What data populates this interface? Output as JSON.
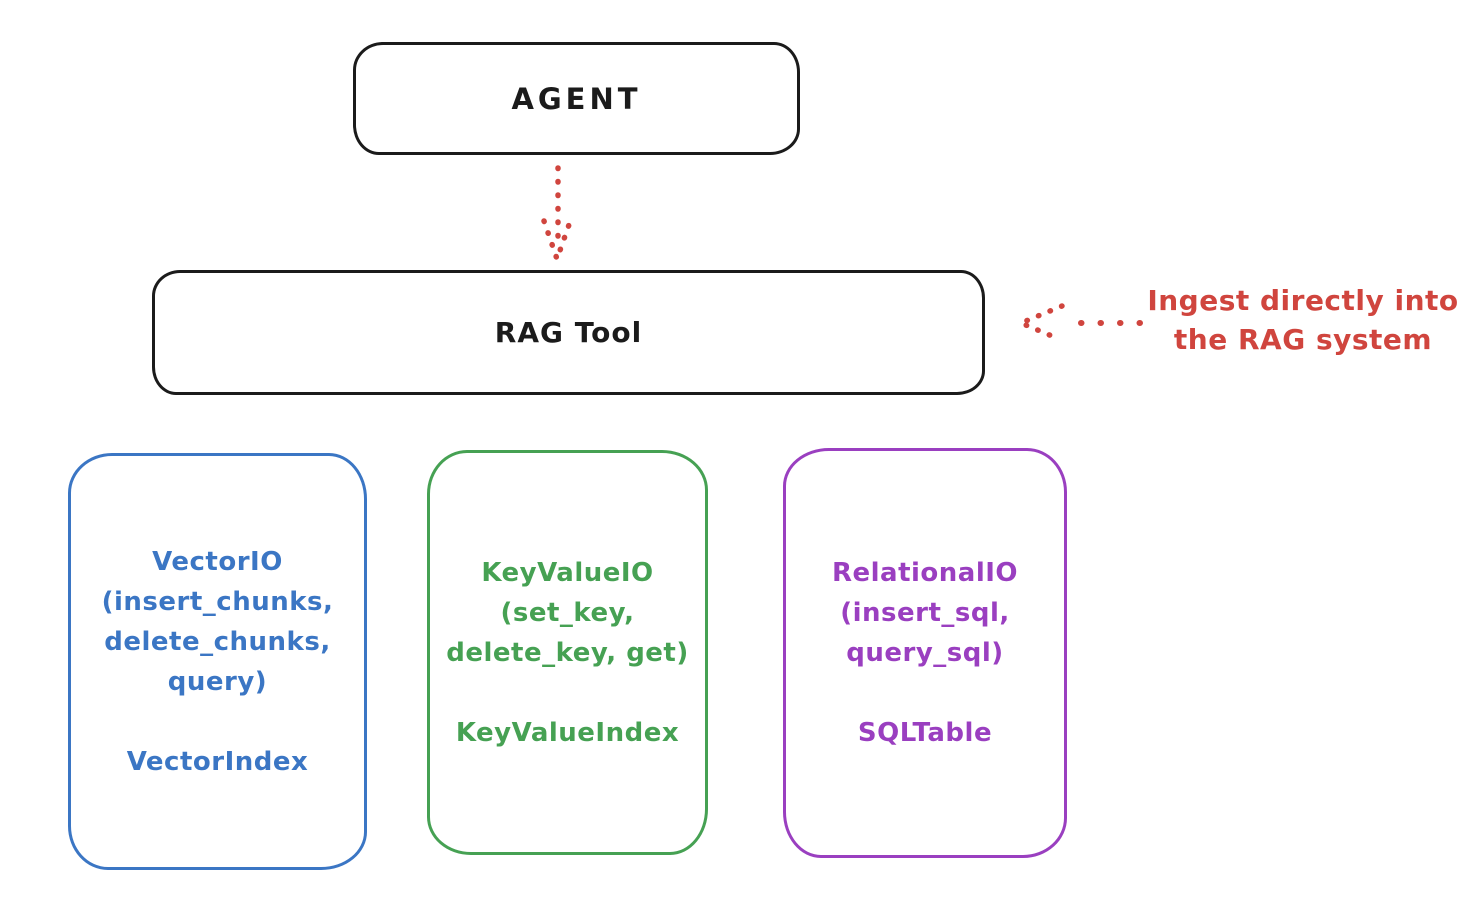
{
  "diagram": {
    "title_hint": "RAG Tool architecture diagram",
    "colors": {
      "stroke_black": "#1b1b1b",
      "blue": "#3b76c4",
      "green": "#46a153",
      "purple": "#9a3fc0",
      "red": "#d0453e",
      "background": "#ffffff"
    },
    "nodes": {
      "agent": {
        "label": "AGENT"
      },
      "rag_tool": {
        "label": "RAG Tool"
      },
      "vector_io": {
        "lines": [
          "VectorIO",
          "(insert_chunks,",
          "delete_chunks,",
          "query)"
        ],
        "index_label": "VectorIndex"
      },
      "key_value_io": {
        "lines": [
          "KeyValueIO",
          "(set_key,",
          "delete_key, get)"
        ],
        "index_label": "KeyValueIndex"
      },
      "relational_io": {
        "lines": [
          "RelationalIO",
          "(insert_sql,",
          "query_sql)"
        ],
        "index_label": "SQLTable"
      }
    },
    "annotation": {
      "line1": "Ingest directly into",
      "line2": "the RAG system"
    },
    "arrows": {
      "agent_to_rag_tool": "dotted-down-arrow",
      "ingest_note_to_rag_tool": "dotted-left-arrow"
    }
  }
}
